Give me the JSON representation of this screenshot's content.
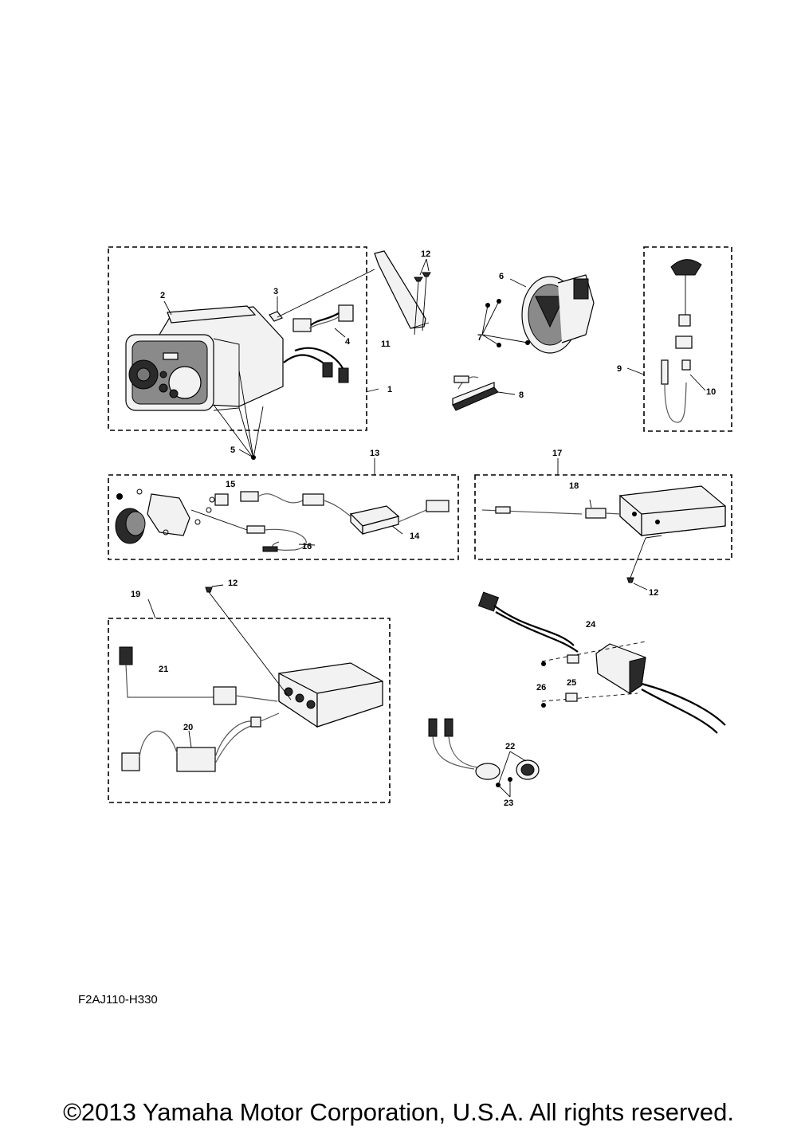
{
  "diagram": {
    "callouts": [
      "1",
      "2",
      "3",
      "4",
      "5",
      "6",
      "7",
      "8",
      "9",
      "10",
      "11",
      "12",
      "13",
      "14",
      "15",
      "16",
      "17",
      "18",
      "19",
      "20",
      "21",
      "22",
      "23",
      "24",
      "25",
      "26"
    ],
    "groups": [
      "1",
      "9",
      "13",
      "17",
      "19"
    ]
  },
  "footer": {
    "code": "F2AJ110-H330",
    "copyright": "©2013 Yamaha Motor Corporation, U.S.A. All rights reserved."
  }
}
